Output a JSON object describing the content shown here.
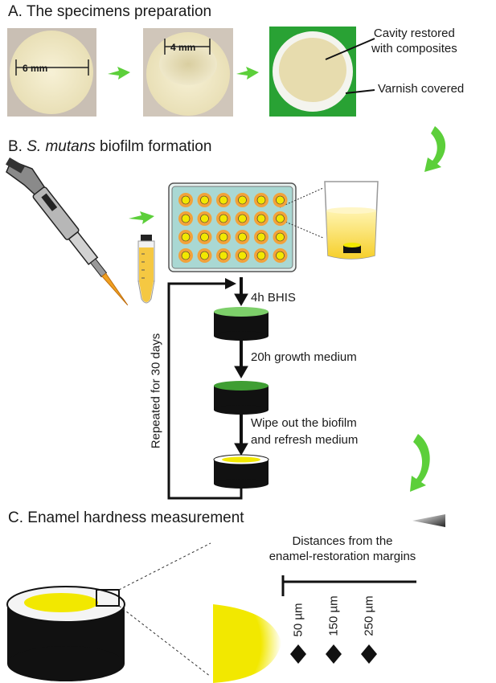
{
  "sectionA": {
    "title": "A. The specimens preparation",
    "dim1": "6 mm",
    "dim2": "4 mm",
    "label_cavity": "Cavity restored with composites",
    "label_cavity_line1": "Cavity restored",
    "label_cavity_line2": "with composites",
    "label_varnish": "Varnish covered"
  },
  "sectionB": {
    "title_prefix": "B.",
    "title_italic": "S. mutans",
    "title_suffix": " biofilm formation",
    "step1": "4h BHIS",
    "step2": "20h growth medium",
    "step3_line1": "Wipe out the biofilm",
    "step3_line2": "and refresh medium",
    "loop_label": "Repeated for 30 days"
  },
  "sectionC": {
    "title": "C. Enamel hardness measurement",
    "distances_line1": "Distances from the",
    "distances_line2": "enamel-restoration margins",
    "marks": [
      "50 µm",
      "150 µm",
      "250 µm"
    ]
  },
  "colors": {
    "arrow_green": "#5ccf3a",
    "enamel": "#efe6c2",
    "composite_yellow": "#f2e800",
    "biofilm_green": "#4caf3a",
    "disc_black": "#111111",
    "well_orange": "#f2a23a",
    "plate_teal": "#a9d8d3"
  }
}
